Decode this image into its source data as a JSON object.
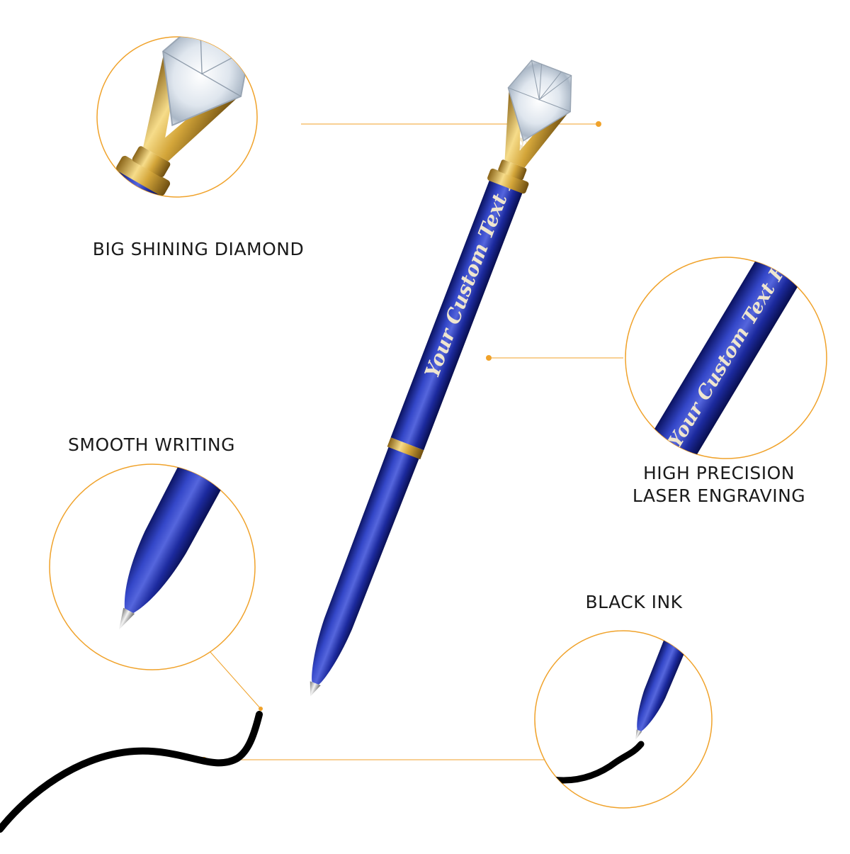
{
  "features": {
    "diamond": {
      "label": "BIG SHINING DIAMOND"
    },
    "smooth": {
      "label": "SMOOTH WRITING"
    },
    "laser": {
      "line1": "HIGH PRECISION",
      "line2": "LASER ENGRAVING"
    },
    "ink": {
      "label": "BLACK INK"
    }
  },
  "engraving": {
    "text": "Your Custom Text Here"
  },
  "colors": {
    "accent": "#f0a22a",
    "pen_blue": "#16248f",
    "gold": "#d4a63a",
    "ink": "#000000"
  }
}
